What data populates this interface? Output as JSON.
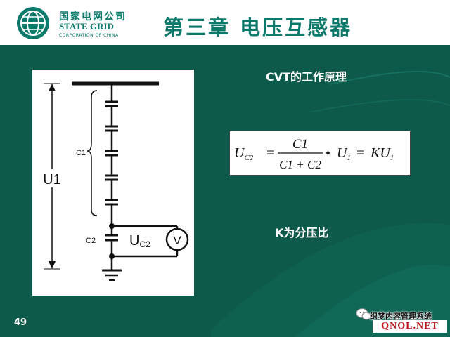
{
  "header": {
    "logo_cn": "国家电网公司",
    "logo_en": "STATE GRID",
    "logo_sub": "CORPORATION OF CHINA",
    "title": "第三章  电压互感器"
  },
  "diagram": {
    "label_c1": "C1",
    "label_c2": "C2",
    "label_u1": "U1",
    "label_uc2_main": "U",
    "label_uc2_sub": "C2",
    "meter_symbol": "V"
  },
  "content": {
    "subtitle": "CVT的工作原理",
    "formula": {
      "lhs": "U",
      "lhs_sub": "C2",
      "equals": "=",
      "numerator": "C1",
      "denominator": "C1 + C2",
      "bullet": "•",
      "u1": "U",
      "u1_sub": "1",
      "equals2": "=",
      "rhs": "KU",
      "rhs_sub": "1"
    },
    "ratio_note": "K为分压比"
  },
  "footer": {
    "page_number": "49",
    "watermark_cn": "织梦内容管理系统",
    "watermark_net": "QNOL.NET"
  },
  "colors": {
    "background": "#0d5a4a",
    "brand_green": "#0b7a6a",
    "watermark_red": "#c0161d"
  }
}
